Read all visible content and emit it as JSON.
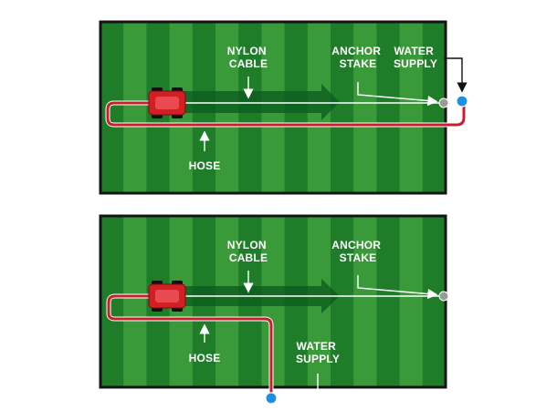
{
  "colors": {
    "stripe_dark": "#1f7d2a",
    "stripe_light": "#3a9a39",
    "border": "#141414",
    "hose": "#c8202a",
    "hose_edge": "#ffffff",
    "cable": "#ffffff",
    "stake": "#9a9a9a",
    "water_supply": "#1a8fe3",
    "mower_body": "#d11f25",
    "mower_wheel": "#111111",
    "motion_arrow": "#0b5a1e",
    "label": "#ffffff",
    "pointer": "#ffffff",
    "outside_pointer": "#111111"
  },
  "panels": [
    {
      "id": "top",
      "labels": {
        "cable": [
          "NYLON",
          "CABLE"
        ],
        "stake": [
          "ANCHOR",
          "STAKE"
        ],
        "water": [
          "WATER",
          "SUPPLY"
        ],
        "hose": [
          "HOSE"
        ]
      }
    },
    {
      "id": "bottom",
      "labels": {
        "cable": [
          "NYLON",
          "CABLE"
        ],
        "stake": [
          "ANCHOR",
          "STAKE"
        ],
        "water": [
          "WATER",
          "SUPPLY"
        ],
        "hose": [
          "HOSE"
        ]
      }
    }
  ]
}
